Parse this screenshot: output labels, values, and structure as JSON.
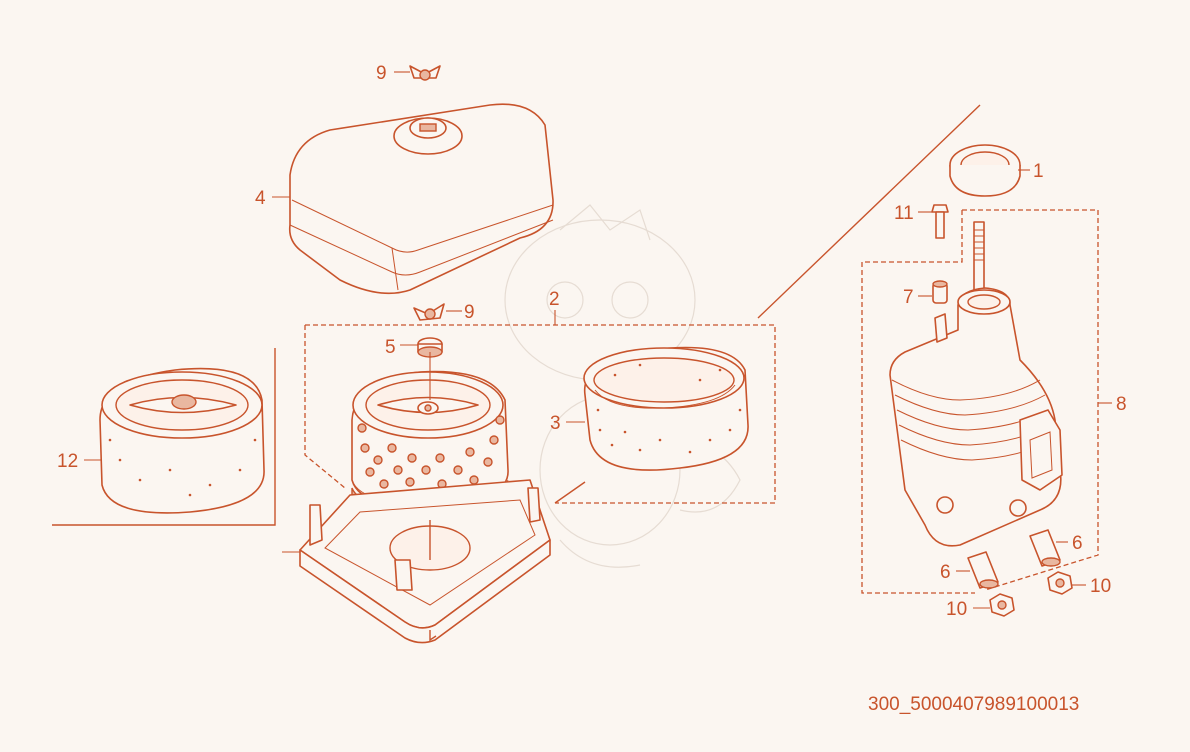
{
  "callouts": {
    "c1": "1",
    "c2": "2",
    "c3": "3",
    "c4": "4",
    "c5": "5",
    "c6a": "6",
    "c6b": "6",
    "c7": "7",
    "c8": "8",
    "c9a": "9",
    "c9b": "9",
    "c10a": "10",
    "c10b": "10",
    "c11": "11",
    "c12": "12"
  },
  "diagram_code": "300_5000407989100013",
  "colors": {
    "line": "#c8542c",
    "background": "#fbf6f1"
  }
}
